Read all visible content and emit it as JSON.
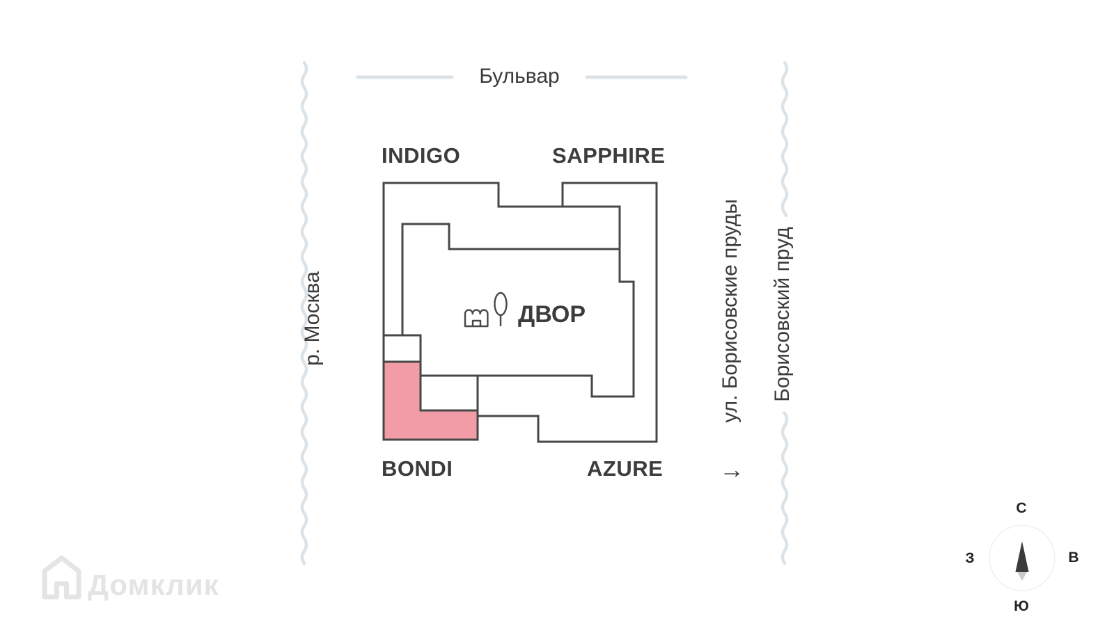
{
  "plan": {
    "boulevard_label": "Бульвар",
    "river_label": "р. Москва",
    "street_label": "ул. Борисовские пруды",
    "street_direction_arrow": "→",
    "pond_label": "Борисовский пруд",
    "courtyard_label": "ДВОР",
    "buildings": {
      "indigo": "INDIGO",
      "sapphire": "SAPPHIRE",
      "bondi": "BONDI",
      "azure": "AZURE"
    },
    "highlighted_building": "BONDI",
    "colors": {
      "highlight": "#F19CA6",
      "outline": "#474747",
      "water_line": "#DCE3E8",
      "text": "#3A3A3A"
    }
  },
  "compass": {
    "north": "С",
    "south": "Ю",
    "west": "З",
    "east": "В"
  },
  "watermark": "Домклик"
}
